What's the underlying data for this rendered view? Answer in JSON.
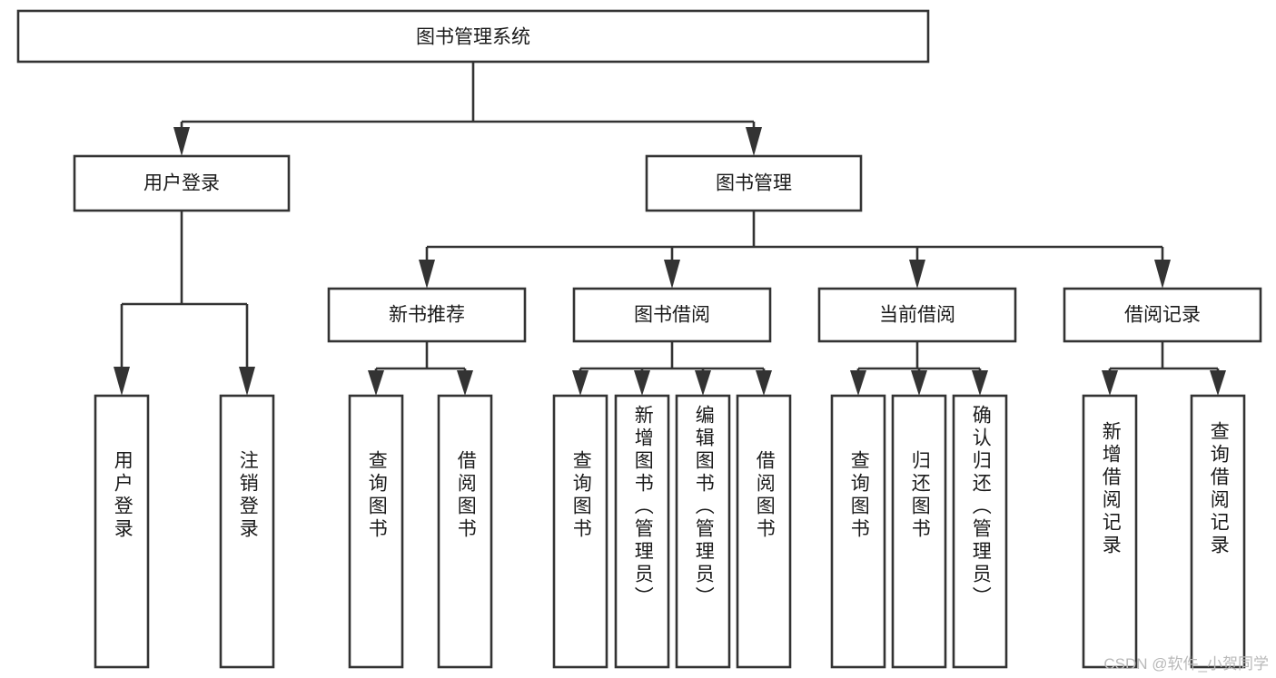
{
  "diagram": {
    "title": "图书管理系统",
    "type": "tree-hierarchy-chart",
    "orientation": "top-down",
    "colors": {
      "background": "#ffffff",
      "box_fill": "#ffffff",
      "box_stroke": "#333333",
      "text": "#1a1a1a",
      "watermark": "#b9b9b9"
    },
    "root": {
      "label": "图书管理系统"
    },
    "level2": [
      {
        "id": "user-login",
        "label": "用户登录"
      },
      {
        "id": "book-manage",
        "label": "图书管理"
      }
    ],
    "level3": [
      {
        "id": "new-book-recommend",
        "label": "新书推荐",
        "parent": "book-manage"
      },
      {
        "id": "book-borrow",
        "label": "图书借阅",
        "parent": "book-manage"
      },
      {
        "id": "current-borrow",
        "label": "当前借阅",
        "parent": "book-manage"
      },
      {
        "id": "borrow-record",
        "label": "借阅记录",
        "parent": "book-manage"
      }
    ],
    "leaves": [
      {
        "id": "leaf-user-login",
        "label": "用户登录",
        "parent": "user-login"
      },
      {
        "id": "leaf-logout",
        "label": "注销登录",
        "parent": "user-login"
      },
      {
        "id": "leaf-query-book-1",
        "label": "查询图书",
        "parent": "new-book-recommend"
      },
      {
        "id": "leaf-borrow-book-1",
        "label": "借阅图书",
        "parent": "new-book-recommend"
      },
      {
        "id": "leaf-query-book-2",
        "label": "查询图书",
        "parent": "book-borrow"
      },
      {
        "id": "leaf-add-book",
        "label": "新增图书（管理员）",
        "parent": "book-borrow"
      },
      {
        "id": "leaf-edit-book",
        "label": "编辑图书（管理员）",
        "parent": "book-borrow"
      },
      {
        "id": "leaf-borrow-book-2",
        "label": "借阅图书",
        "parent": "book-borrow"
      },
      {
        "id": "leaf-query-book-3",
        "label": "查询图书",
        "parent": "current-borrow"
      },
      {
        "id": "leaf-return-book",
        "label": "归还图书",
        "parent": "current-borrow"
      },
      {
        "id": "leaf-confirm-return",
        "label": "确认归还（管理员）",
        "parent": "current-borrow"
      },
      {
        "id": "leaf-add-record",
        "label": "新增借阅记录",
        "parent": "borrow-record"
      },
      {
        "id": "leaf-query-record",
        "label": "查询借阅记录",
        "parent": "borrow-record"
      }
    ]
  },
  "watermark": {
    "text": "CSDN @软件_小贺同学"
  }
}
